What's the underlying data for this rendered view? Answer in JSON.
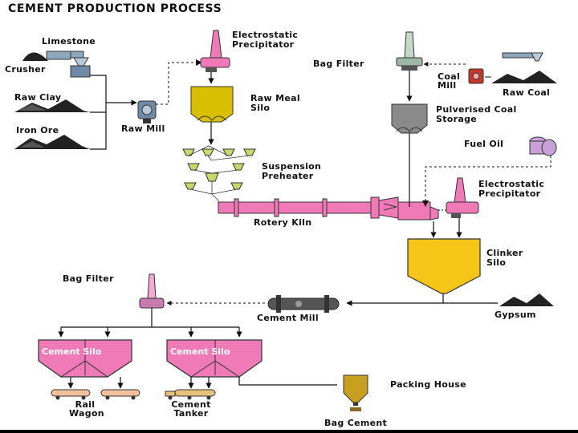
{
  "title": "CEMENT PRODUCTION PROCESS",
  "labels": {
    "limestone": "Limestone",
    "crusher": "Crusher",
    "raw_clay": "Raw Clay",
    "iron_ore": "Iron Ore",
    "raw_mill": "Raw Mill",
    "esp_top": [
      "Electrostatic",
      "Precipitator"
    ],
    "raw_meal_silo": [
      "Raw Meal",
      "Silo"
    ],
    "suspension_preheater": [
      "Suspension",
      "Preheater"
    ],
    "rotary_kiln": "Rotery Kiln",
    "bag_filter_top": "Bag Filter",
    "coal_mill": [
      "Coal",
      "Mill"
    ],
    "raw_coal": "Raw Coal",
    "pulverised_coal_storage": [
      "Pulverised Coal",
      "Storage"
    ],
    "fuel_oil": "Fuel Oil",
    "esp_right": [
      "Electrostatic",
      "Precipitator"
    ],
    "clinker_silo": [
      "Clinker",
      "Silo"
    ],
    "gypsum": "Gypsum",
    "cement_mill": "Cement Mill",
    "bag_filter_bottom": "Bag Filter",
    "cement_silo_left": "Cement Silo",
    "cement_silo_right": "Cement Silo",
    "rail_wagon": [
      "Rail",
      "Wagon"
    ],
    "cement_tanker": [
      "Cement",
      "Tanker"
    ],
    "packing_house": "Packing House",
    "bag_cement": "Bag Cement"
  },
  "colors": {
    "pink": "#f07ab8",
    "pink_light": "#f7a8d4",
    "yellow": "#f0c419",
    "olive": "#d8c000",
    "grey": "#8a8a8a",
    "steel": "#6e8aa6",
    "black": "#111111"
  }
}
